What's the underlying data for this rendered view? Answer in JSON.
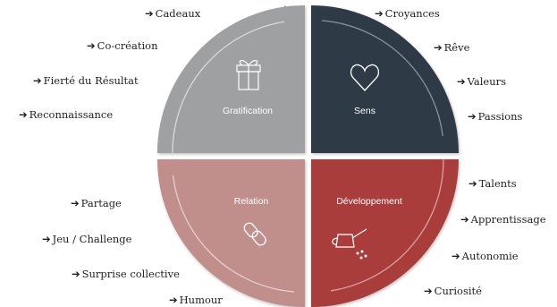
{
  "quadrants": {
    "gratification": {
      "title": "Gratification",
      "color": "#9ea0a2",
      "icon": "gift-icon",
      "items": [
        "Cadeaux",
        "Co-création",
        "Fierté du Résultat",
        "Reconnaissance"
      ]
    },
    "sens": {
      "title": "Sens",
      "color": "#2f3a47",
      "icon": "heart-icon",
      "items": [
        "Croyances",
        "Rêve",
        "Valeurs",
        "Passions"
      ]
    },
    "relation": {
      "title": "Relation",
      "color": "#c08f8c",
      "icon": "chain-link-icon",
      "items": [
        "Partage",
        "Jeu / Challenge",
        "Surprise collective",
        "Humour"
      ]
    },
    "developpement": {
      "title": "Développement",
      "color": "#a83c3a",
      "icon": "watering-can-icon",
      "items": [
        "Talents",
        "Apprentissage",
        "Autonomie",
        "Curiosité"
      ]
    }
  },
  "arrow_glyph": "➔"
}
